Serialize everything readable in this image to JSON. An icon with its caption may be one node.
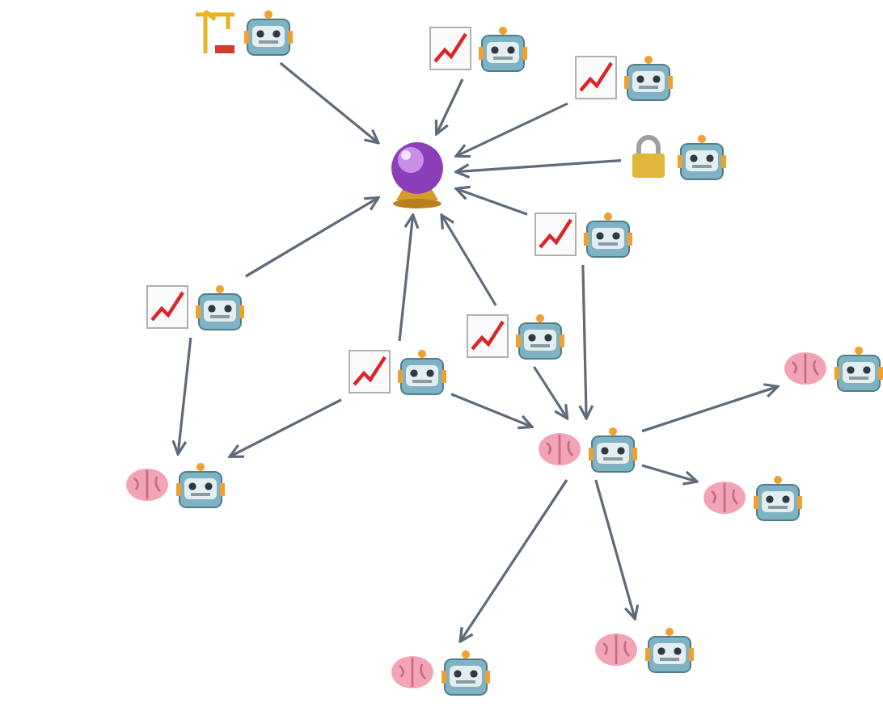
{
  "diagram": {
    "nodes": [
      {
        "text": [],
        "shape": "picture"
      },
      {
        "text": [],
        "shape": "picture"
      },
      {
        "text": [],
        "shape": "picture"
      },
      {
        "text": [],
        "shape": "picture"
      },
      {
        "text": [],
        "shape": "picture"
      },
      {
        "text": [],
        "shape": "picture"
      },
      {
        "text": [],
        "shape": "picture"
      },
      {
        "text": [],
        "shape": "picture"
      },
      {
        "text": [],
        "shape": "picture"
      },
      {
        "text": [],
        "shape": "picture"
      },
      {
        "text": [],
        "shape": "picture"
      },
      {
        "text": [],
        "shape": "picture"
      },
      {
        "text": [],
        "shape": "picture"
      },
      {
        "text": [],
        "shape": "picture"
      },
      {
        "text": [],
        "shape": "picture"
      }
    ],
    "edges": [
      {
        "from": 0,
        "to": 4,
        "arrow": "to"
      },
      {
        "from": 1,
        "to": 4,
        "arrow": "to"
      },
      {
        "from": 2,
        "to": 4,
        "arrow": "to"
      },
      {
        "from": 3,
        "to": 4,
        "arrow": "to"
      },
      {
        "from": 5,
        "to": 4,
        "arrow": "to"
      },
      {
        "from": 6,
        "to": 4,
        "arrow": "to"
      },
      {
        "from": 7,
        "to": 4,
        "arrow": "to"
      },
      {
        "from": 9,
        "to": 4,
        "arrow": "to"
      },
      {
        "from": 6,
        "to": 11,
        "arrow": "to"
      },
      {
        "from": 9,
        "to": 11,
        "arrow": "to"
      },
      {
        "from": 9,
        "to": 10,
        "arrow": "to"
      },
      {
        "from": 7,
        "to": 10,
        "arrow": "to"
      },
      {
        "from": 5,
        "to": 10,
        "arrow": "to"
      },
      {
        "from": 10,
        "to": 8,
        "arrow": "to"
      },
      {
        "from": 10,
        "to": 12,
        "arrow": "to"
      },
      {
        "from": 10,
        "to": 13,
        "arrow": "to"
      },
      {
        "from": 10,
        "to": 14,
        "arrow": "to"
      }
    ]
  }
}
